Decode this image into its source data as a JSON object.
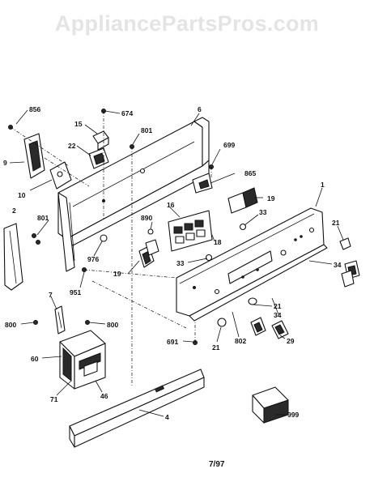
{
  "watermark": "AppliancePartsPros.com",
  "revision_date": "7/97",
  "part_labels": {
    "p856": "856",
    "p674": "674",
    "p6": "6",
    "p15": "15",
    "p801a": "801",
    "p22": "22",
    "p699": "699",
    "p9": "9",
    "p865": "865",
    "p10": "10",
    "p1": "1",
    "p19a": "19",
    "p2": "2",
    "p801b": "801",
    "p16": "16",
    "p890": "890",
    "p33a": "33",
    "p21a": "21",
    "p976": "976",
    "p18": "18",
    "p19b": "19",
    "p33b": "33",
    "p34a": "34",
    "p951": "951",
    "p7": "7",
    "p21b": "21",
    "p34b": "34",
    "p800a": "800",
    "p800b": "800",
    "p691": "691",
    "p21c": "21",
    "p802": "802",
    "p29": "29",
    "p60": "60",
    "p71": "71",
    "p46": "46",
    "p4": "4",
    "p999": "999"
  }
}
